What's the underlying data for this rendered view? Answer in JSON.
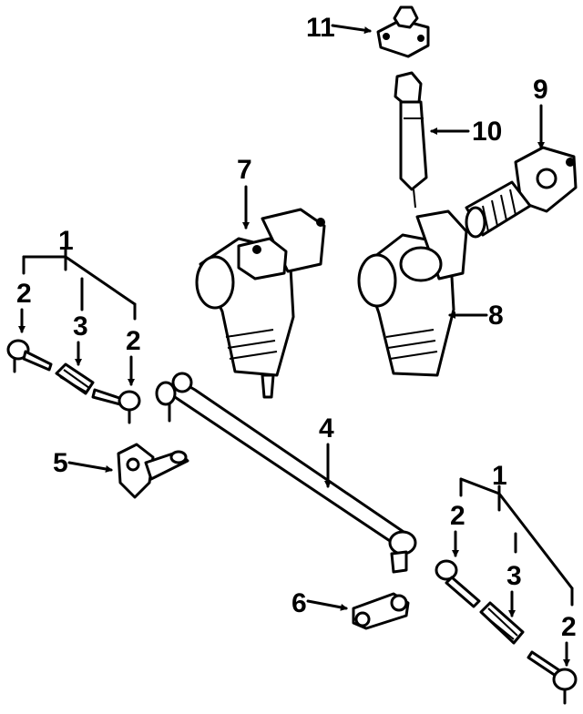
{
  "callouts": {
    "c1_left": "1",
    "c2_left_a": "2",
    "c3_left": "3",
    "c2_left_b": "2",
    "c4": "4",
    "c5": "5",
    "c6": "6",
    "c7": "7",
    "c8": "8",
    "c9": "9",
    "c10": "10",
    "c11": "11",
    "c1_right": "1",
    "c2_right_a": "2",
    "c3_right": "3",
    "c2_right_b": "2"
  }
}
